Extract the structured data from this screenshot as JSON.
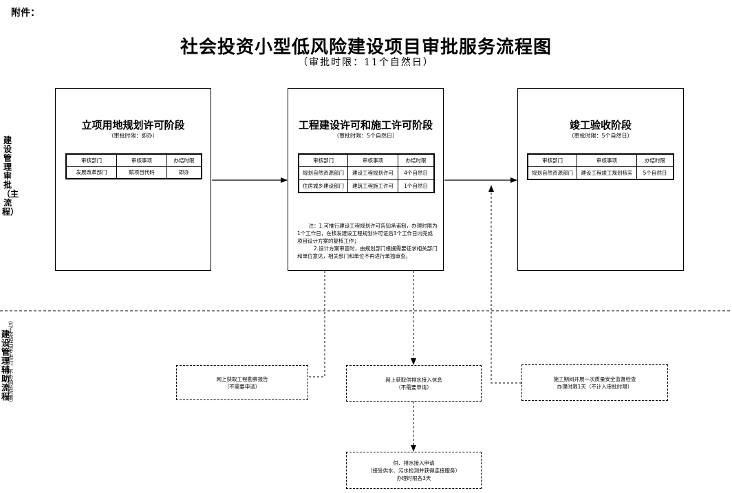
{
  "attachment": "附件：",
  "title": "社会投资小型低风险建设项目审批服务流程图",
  "subtitle": "（审批时限：11个自然日）",
  "side_labels": {
    "main_flow": "建设管理审批（主流程）",
    "aux_flow": "建设管理辅助流程",
    "aux_note": "（与主流程同步进行，不影响总时限）"
  },
  "table_headers": {
    "dept": "审核部门",
    "item": "审核事项",
    "time": "办结时限"
  },
  "stages": [
    {
      "name": "立项用地规划许可阶段",
      "limit": "（审批时限：即办）",
      "rows": [
        {
          "dept": "发展改革部门",
          "item": "赋项目代码",
          "time": "即办"
        }
      ]
    },
    {
      "name": "工程建设许可和施工许可阶段",
      "limit": "（审批时限：5个自然日）",
      "rows": [
        {
          "dept": "规划自然资源部门",
          "item": "建设工程规划许可",
          "time": "4个自然日"
        },
        {
          "dept": "住房城乡建设部门",
          "item": "建筑工程施工许可",
          "time": "1个自然日"
        }
      ],
      "note_1": "注：1.可推行建设工程规划许可告知承诺制，办理时限为1个工作日，在核发建设工程规划许可证后3个工作日内完成项目设计方案的复核工作；",
      "note_2": "2.设计方案审查时，由规划部门根据需要征求相关部门和单位意见，相关部门和单位不再进行单独审查。"
    },
    {
      "name": "竣工验收阶段",
      "limit": "（审批时限：5个自然日）",
      "rows": [
        {
          "dept": "规划自然资源部门",
          "item": "建设工程竣工规划核实",
          "time": "5个自然日"
        }
      ]
    }
  ],
  "aux_boxes": {
    "survey": {
      "line1": "网上获取工程勘察报告",
      "line2": "（不需要申请）"
    },
    "water_info": {
      "line1": "网上获取供排水接入信息",
      "line2": "（不需要申请）"
    },
    "quality": {
      "line1": "施工期间开展一次质量安全监督检查",
      "line2": "办理时限1天（不计入审批时限）"
    },
    "water_apply": {
      "line1": "供、排水接入申请",
      "line2": "（接受供水、污水检测并获得连接服务）",
      "line3": "办理时限各3天"
    }
  }
}
